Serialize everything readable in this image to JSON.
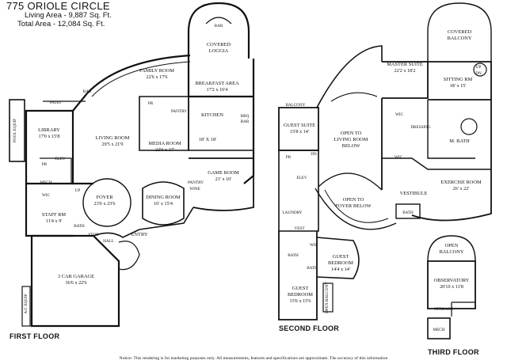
{
  "header": {
    "title": "775 ORIOLE CIRCLE",
    "living_area": "Living Area - 9,887 Sq. Ft.",
    "total_area": "Total Area - 12,084 Sq. Ft."
  },
  "floor_labels": {
    "first": "FIRST FLOOR",
    "second": "SECOND FLOOR",
    "third": "THIRD FLOOR"
  },
  "rooms": {
    "bar_top": "BAR",
    "covered_loggia": "COVERED",
    "covered_loggia_2": "LOGGIA",
    "family_room": "FAMILY ROOM",
    "family_room_dim": "22'6 x 17'6",
    "breakfast": "BREAKFAST AREA",
    "breakfast_dim": "17'2 x 16'4",
    "bar": "BAR",
    "patio": "PATIO",
    "pool_equip": "POOL EQUIP",
    "library": "LIBRARY",
    "library_dim": "17'0 x 15'8",
    "living_room": "LIVING ROOM",
    "living_room_dim": "29'5 x 21'9",
    "pr": "PR",
    "pantry": "PANTRY",
    "kitchen": "KITCHEN",
    "kitchen_dim": "18' X 18'",
    "bbq": "BBQ",
    "bbq_bar": "BAR",
    "media_room": "MEDIA ROOM",
    "media_room_dim": "22'6 x 17'",
    "game_room": "GAME ROOM",
    "game_room_dim": "21' x 16'",
    "pr2": "PR",
    "elev": "ELEV",
    "mech": "MECH",
    "wic": "WIC",
    "up": "UP",
    "foyer": "FOYER",
    "foyer_dim": "23'6 x 23'6",
    "dining": "DINING ROOM",
    "dining_dim": "16' x 15'4",
    "pantry2": "PANTRY",
    "wine": "WINE",
    "staff_rm": "STAFF RM",
    "staff_rm_dim": "11'4 x 9'",
    "bath": "BATH",
    "stor": "STOR",
    "hall": "HALL",
    "entry": "ENTRY",
    "garage": "3 CAR GARAGE",
    "garage_dim": "36'6 x 22'6",
    "ac_equip": "A/C EQUIP",
    "balcony": "BALCONY",
    "guest_suite": "GUEST SUITE",
    "guest_suite_dim": "15'8 x 14'",
    "open_living": "OPEN TO",
    "open_living_2": "LIVING ROOM",
    "open_living_3": "BELOW",
    "wic2": "WIC",
    "master_suite": "MASTER SUITE",
    "master_suite_dim": "22'2 x 18'2",
    "covered_balcony": "COVERED",
    "covered_balcony_2": "BALCONY",
    "sitting_rm": "SITTING RM",
    "sitting_rm_dim": "18' x 15'",
    "dressing": "DRESSING",
    "m_bath": "M. BATH",
    "wic3": "WIC",
    "exercise": "EXERCISE ROOM",
    "exercise_dim": "26' x 22'",
    "vestibule": "VESTIBULE",
    "open_foyer": "OPEN TO",
    "open_foyer_2": "FOYER BELOW",
    "bath2": "BATH",
    "elev2": "ELEV",
    "pr3": "PR",
    "dn": "DN",
    "laundry": "LAUNDRY",
    "vest": "VEST",
    "bath3": "BATH",
    "wic4": "WIC",
    "bath4": "BATH",
    "guest_bedroom": "GUEST",
    "guest_bedroom_2": "BEDROOM",
    "guest_bedroom_dim": "14'4 x 14'",
    "guest_bedroom_b": "GUEST",
    "guest_bedroom_b2": "BEDROOM",
    "guest_bedroom_b_dim": "15'6 x 15'6",
    "open_balcony_side": "OPEN BALCONY",
    "open_balcony": "OPEN",
    "open_balcony_2": "BALCONY",
    "observatory": "OBSERVATORY",
    "observatory_dim": "20'10 x 11'8",
    "storage": "STORAGE",
    "mech2": "MECH",
    "up2": "UP",
    "dn2": "DN"
  },
  "notice": "Notice: This rendering is for marketing purposes only. All measurements, features and specifications are approximate. The accuracy of this information"
}
